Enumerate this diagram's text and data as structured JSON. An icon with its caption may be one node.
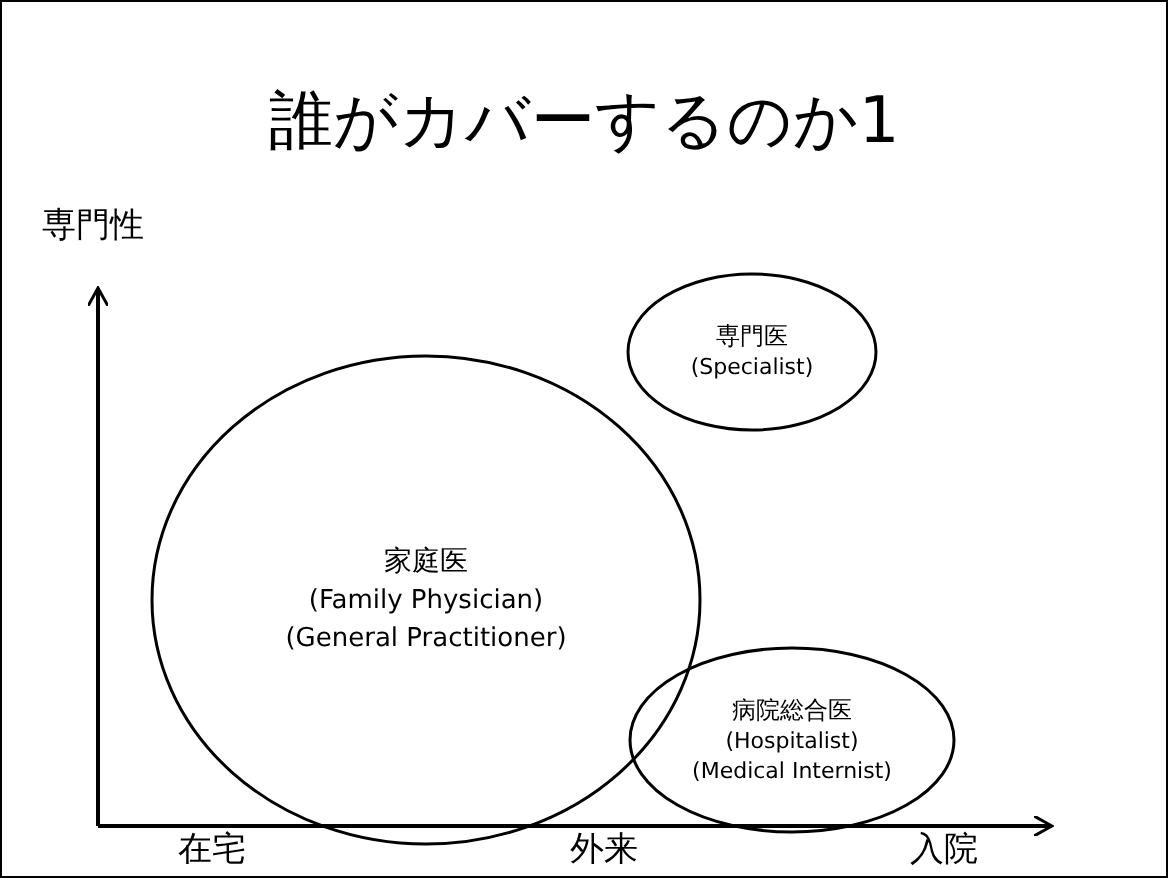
{
  "diagram": {
    "title": "誰がカバーするのか1",
    "nodes": [
      {
        "text": [
          "家庭医",
          "(Family Physician)",
          "(General Practitioner)"
        ]
      },
      {
        "text": [
          "専門医",
          "(Specialist)"
        ]
      },
      {
        "text": [
          "病院総合医",
          "(Hospitalist)",
          "(Medical Internist)"
        ]
      }
    ],
    "labels": [
      "専門性",
      "在宅",
      "外来",
      "入院"
    ]
  }
}
